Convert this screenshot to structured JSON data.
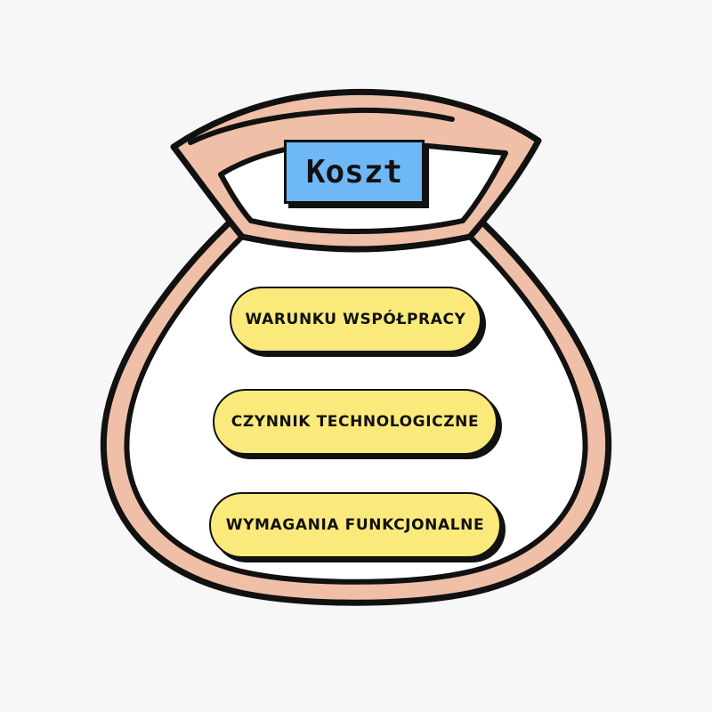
{
  "title": "Koszt",
  "items": [
    {
      "label": "WARUNKU WSPÓŁPRACY"
    },
    {
      "label": "CZYNNIK TECHNOLOGICZNE"
    },
    {
      "label": "WYMAGANIA FUNKCJONALNE"
    }
  ],
  "colors": {
    "background": "#f7f7f7",
    "bag_fill": "#efbfa7",
    "bag_outline": "#111111",
    "bag_inner": "#ffffff",
    "title_fill": "#6fb8f8",
    "pill_fill": "#faea7c"
  }
}
